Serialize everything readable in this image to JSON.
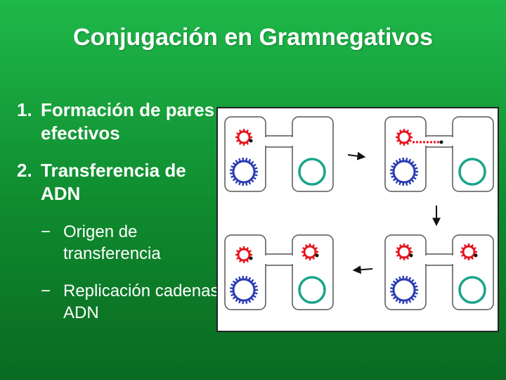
{
  "title": "Conjugación en Gramnegativos",
  "items": [
    {
      "number": "1.",
      "text": "Formación de pares efectivos"
    },
    {
      "number": "2.",
      "text": "Transferencia de ADN"
    }
  ],
  "subitems": [
    {
      "dash": "−",
      "text": "Origen de transferencia"
    },
    {
      "dash": "−",
      "text": "Replicación cadenas ADN"
    }
  ],
  "colors": {
    "background": "#13a03c",
    "donor_plasmid": "#e8141e",
    "donor_chromosome": "#2a3cb4",
    "recipient_chromosome": "#1aa48c",
    "cell_outline": "#555555",
    "arrow": "#111111"
  },
  "icons": [
    "arrow-right-icon",
    "arrow-down-icon",
    "arrow-left-icon"
  ]
}
